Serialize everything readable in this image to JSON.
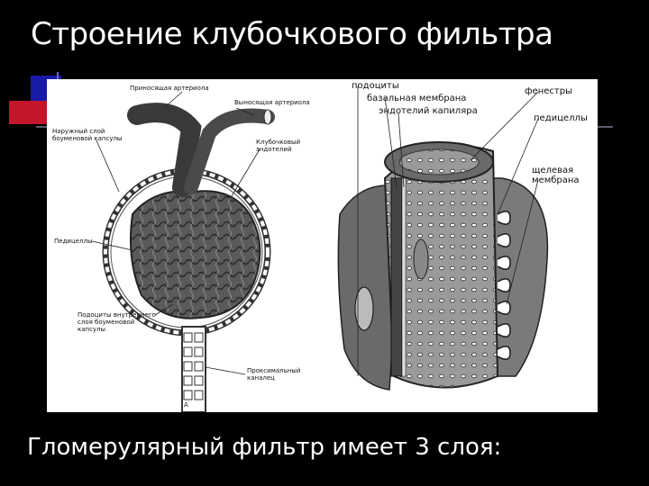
{
  "slide": {
    "title": "Строение клубочкового фильтра",
    "caption": "Гломерулярный фильтр имеет 3 слоя:"
  },
  "figure": {
    "left_panel": {
      "labels": {
        "afferent": "Приносящая артериола",
        "efferent": "Выносящая артериола",
        "outer_layer": "Наружный слой боуменовой капсулы",
        "endothelium": "Клубочковый эндотелий",
        "pedicels": "Педицеллы",
        "podocytes": "Подоциты внутреннего слоя боуменовой капсулы",
        "proximal": "Проксимальный каналец",
        "letter": "А"
      }
    },
    "right_panel": {
      "labels": {
        "podocytes": "подоциты",
        "basement": "базальная мембрана",
        "endothelium": "эндотелий капиляра",
        "fenestrae": "фенестры",
        "pedicels": "педицеллы",
        "slit": "щелевая мембрана"
      }
    }
  },
  "colors": {
    "background": "#000000",
    "accent_blue": "#1a1aa8",
    "accent_red": "#c4162a"
  }
}
